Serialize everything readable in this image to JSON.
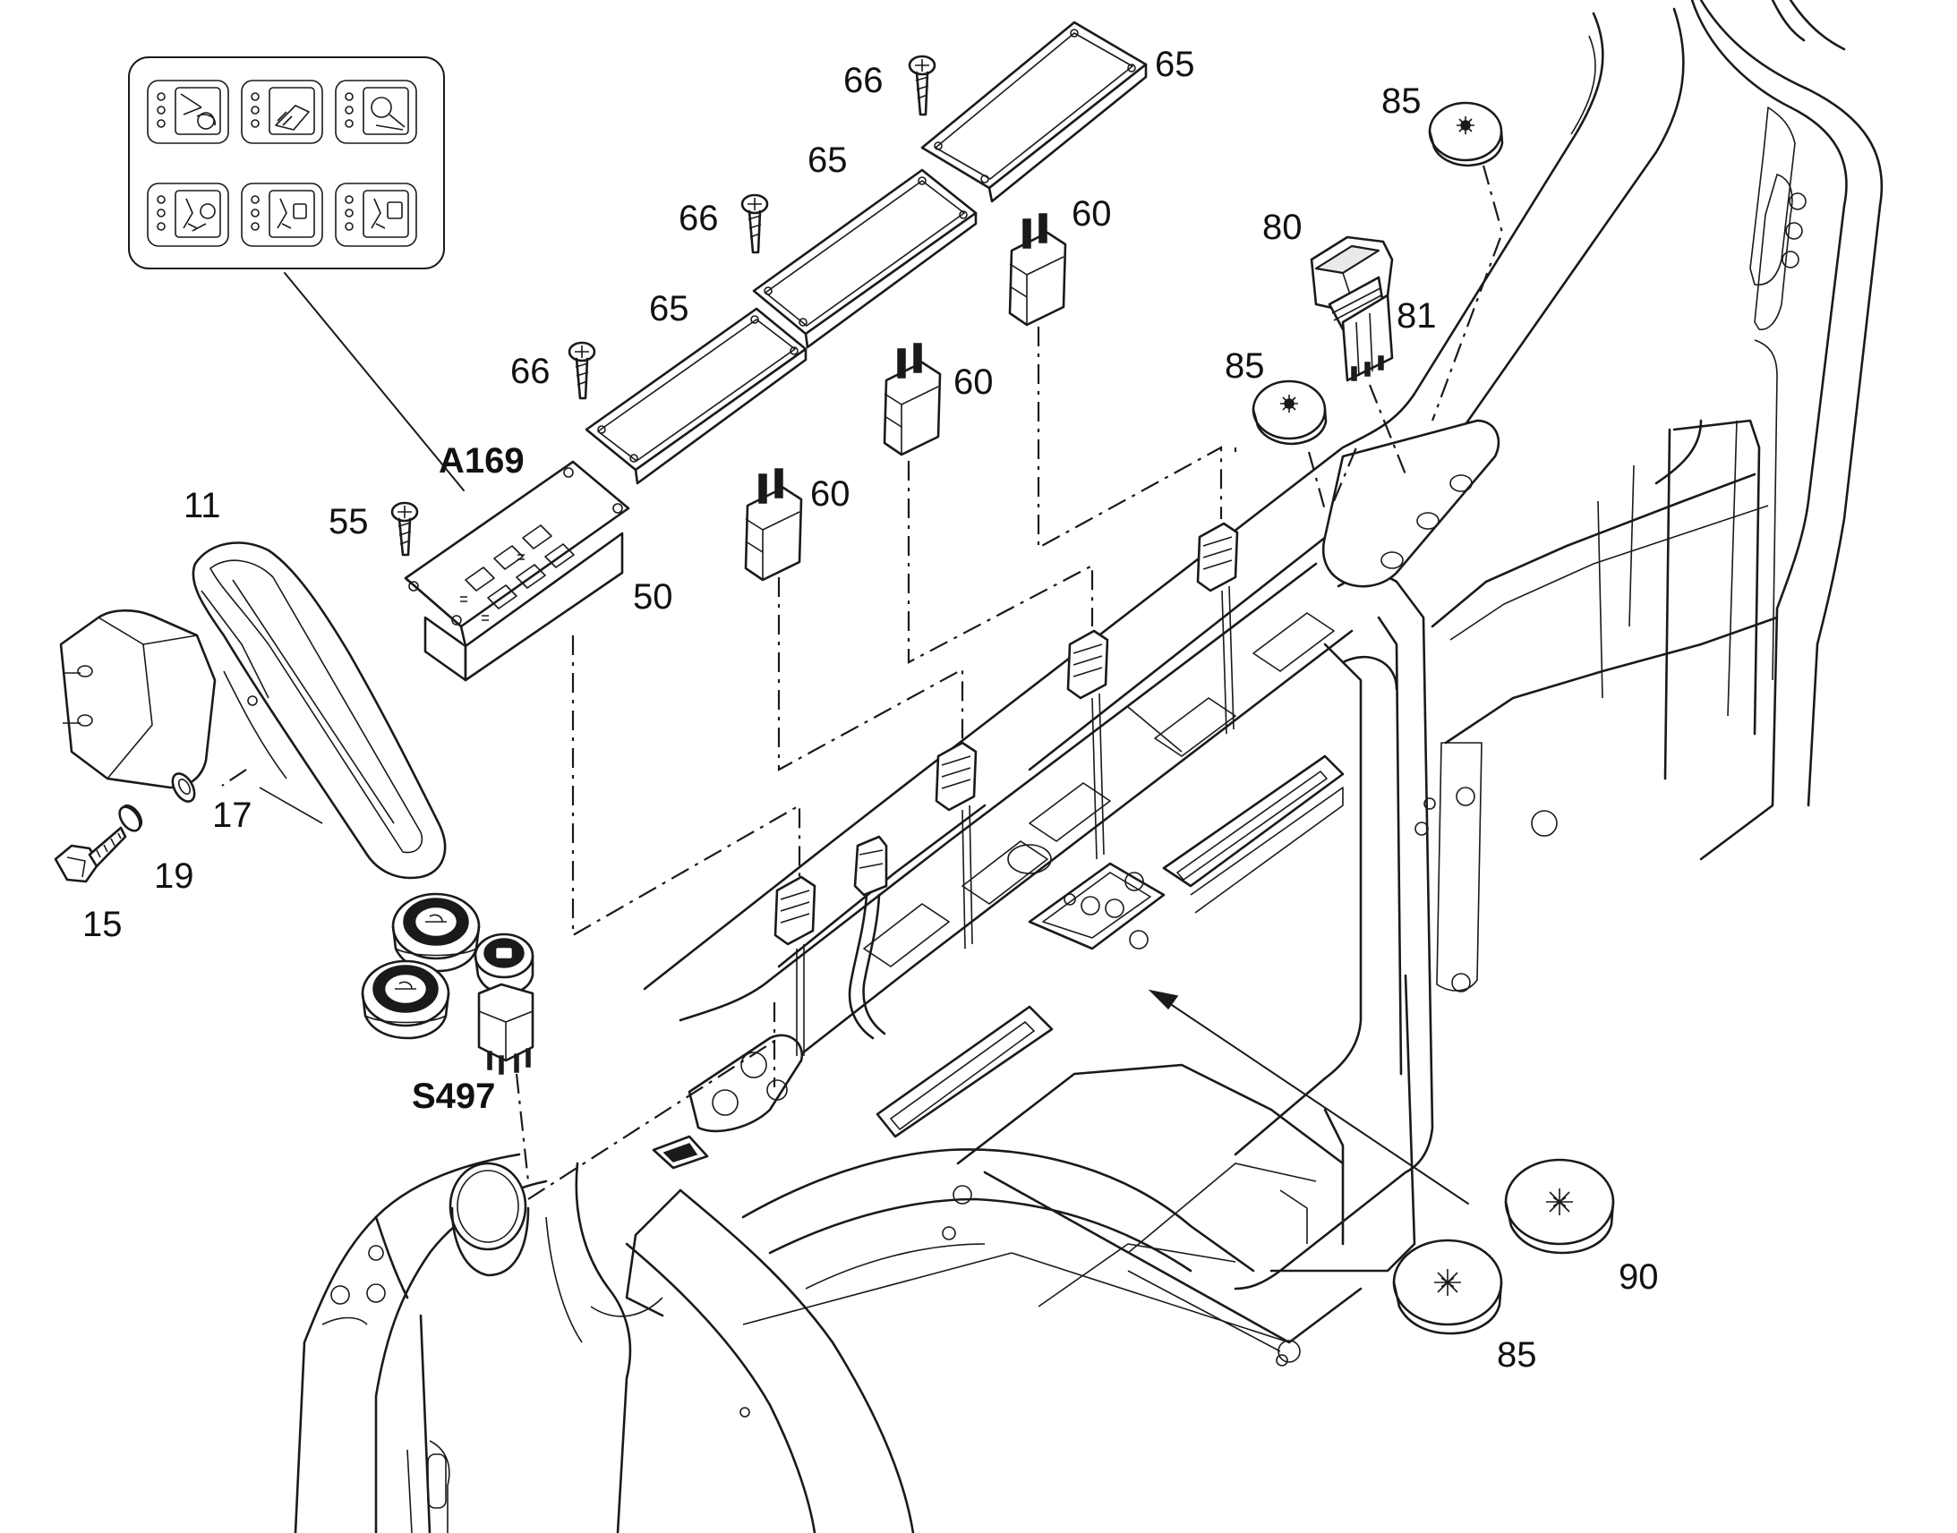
{
  "callouts": {
    "a169": "A169",
    "s497": "S497",
    "n11": "11",
    "n15": "15",
    "n17": "17",
    "n19": "19",
    "n50": "50",
    "n55": "55",
    "n60a": "60",
    "n60b": "60",
    "n60c": "60",
    "n65a": "65",
    "n65b": "65",
    "n65c": "65",
    "n66a": "66",
    "n66b": "66",
    "n66c": "66",
    "n80": "80",
    "n81": "81",
    "n85a": "85",
    "n85b": "85",
    "n85c": "85",
    "n90": "90"
  },
  "colors": {
    "line": "#1a1a1a",
    "background": "#ffffff",
    "shade": "#e9e9e9"
  }
}
